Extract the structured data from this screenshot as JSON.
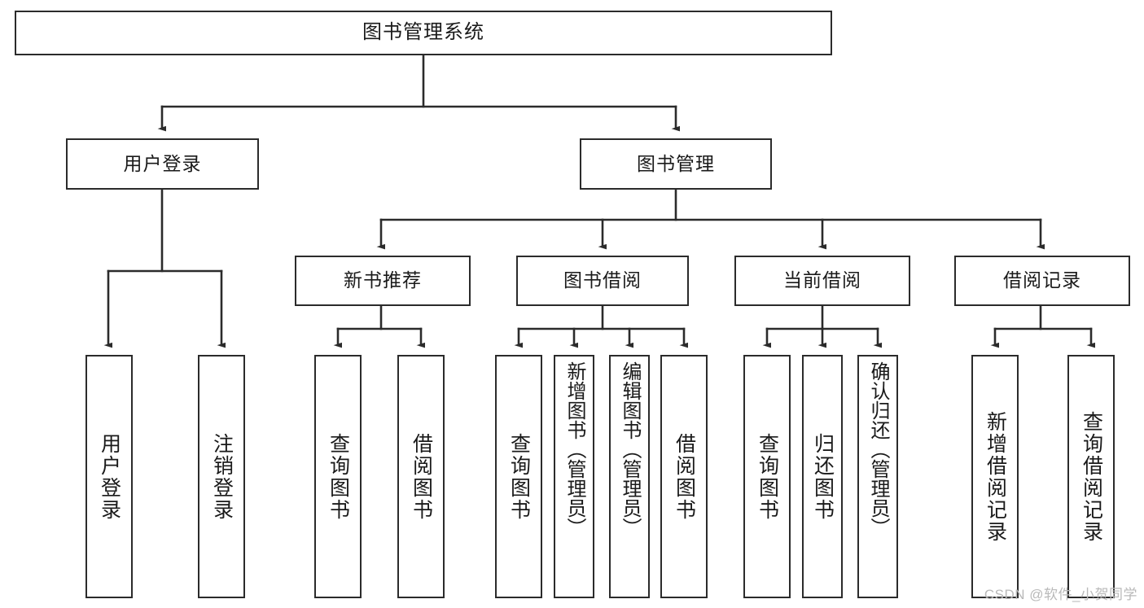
{
  "diagram": {
    "title": "图书管理系统",
    "watermark": "CSDN @软件_小贺同学",
    "type": "tree-hierarchy-diagram",
    "colors": {
      "box_border": "#2b2b2b",
      "box_fill": "#ffffff",
      "connector": "#2b2b2b",
      "text": "#1a1a1a",
      "watermark": "#b9b9b9",
      "background": "#ffffff"
    },
    "levels": {
      "root": "图书管理系统",
      "level2": [
        "用户登录",
        "图书管理"
      ],
      "level3": [
        "新书推荐",
        "图书借阅",
        "当前借阅",
        "借阅记录"
      ],
      "level4_count": 13
    },
    "nodes": {
      "root": {
        "label": "图书管理系统"
      },
      "user_login": {
        "label": "用户登录"
      },
      "book_manage": {
        "label": "图书管理"
      },
      "new_book_rec": {
        "label": "新书推荐"
      },
      "book_borrow": {
        "label": "图书借阅"
      },
      "current_borrow": {
        "label": "当前借阅"
      },
      "borrow_record": {
        "label": "借阅记录"
      },
      "leaf_user_login": {
        "label": "用户登录"
      },
      "leaf_logout": {
        "label": "注销登录"
      },
      "leaf_query_book_1": {
        "label": "查询图书"
      },
      "leaf_borrow_book_1": {
        "label": "借阅图书"
      },
      "leaf_query_book_2": {
        "label": "查询图书"
      },
      "leaf_add_book": {
        "label": "新增图书（管理员）"
      },
      "leaf_edit_book": {
        "label": "编辑图书（管理员）"
      },
      "leaf_borrow_book_2": {
        "label": "借阅图书"
      },
      "leaf_query_book_3": {
        "label": "查询图书"
      },
      "leaf_return_book": {
        "label": "归还图书"
      },
      "leaf_confirm_return": {
        "label": "确认归还（管理员）"
      },
      "leaf_add_record": {
        "label": "新增借阅记录"
      },
      "leaf_query_record": {
        "label": "查询借阅记录"
      }
    }
  }
}
